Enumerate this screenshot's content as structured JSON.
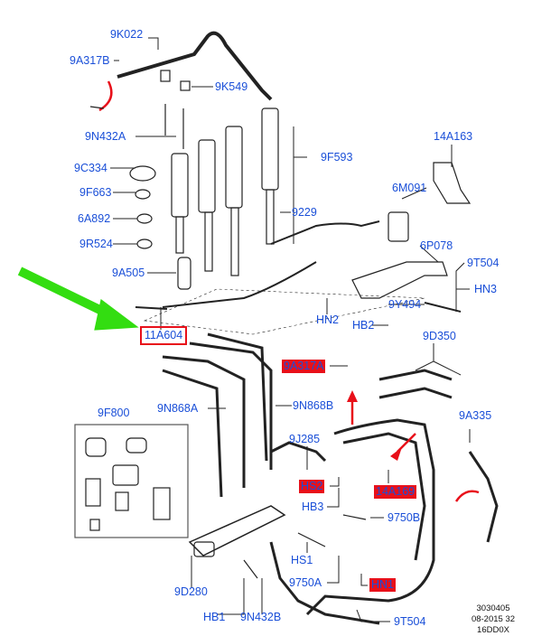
{
  "labels": {
    "l9K022": "9K022",
    "l9A317B": "9A317B",
    "l9K549": "9K549",
    "l9N432A": "9N432A",
    "l9C334": "9C334",
    "l9F663": "9F663",
    "l6A892": "6A892",
    "l9R524": "9R524",
    "l9A505": "9A505",
    "l9F593": "9F593",
    "l9229": "9229",
    "l14A163": "14A163",
    "l6M091": "6M091",
    "l6P078": "6P078",
    "l9T504a": "9T504",
    "lHN3": "HN3",
    "l9Y494": "9Y494",
    "lHN2": "HN2",
    "lHB2": "HB2",
    "l11A604": "11A604",
    "l9D350": "9D350",
    "l9A317A": "9A317A",
    "l9N868B": "9N868B",
    "l9N868A": "9N868A",
    "l9F800": "9F800",
    "l9A335": "9A335",
    "l9J285": "9J285",
    "lHS2": "HS2",
    "l14A169": "14A169",
    "lHB3": "HB3",
    "l9750B": "9750B",
    "lHS1": "HS1",
    "l9750A": "9750A",
    "lHN1": "HN1",
    "l9D280": "9D280",
    "lHB1": "HB1",
    "l9N432B": "9N432B",
    "l9T504b": "9T504"
  },
  "highlighted_fill": [
    "9A317A",
    "HS2",
    "14A169",
    "HN1"
  ],
  "highlighted_outline": [
    "11A604"
  ],
  "footer": {
    "line1": "3030405",
    "line2": "08-2015 32",
    "line3": "16DD0X"
  },
  "colors": {
    "label": "#1a4fd8",
    "highlight": "#e8101a",
    "pointer_arrow": "#33dd11"
  }
}
